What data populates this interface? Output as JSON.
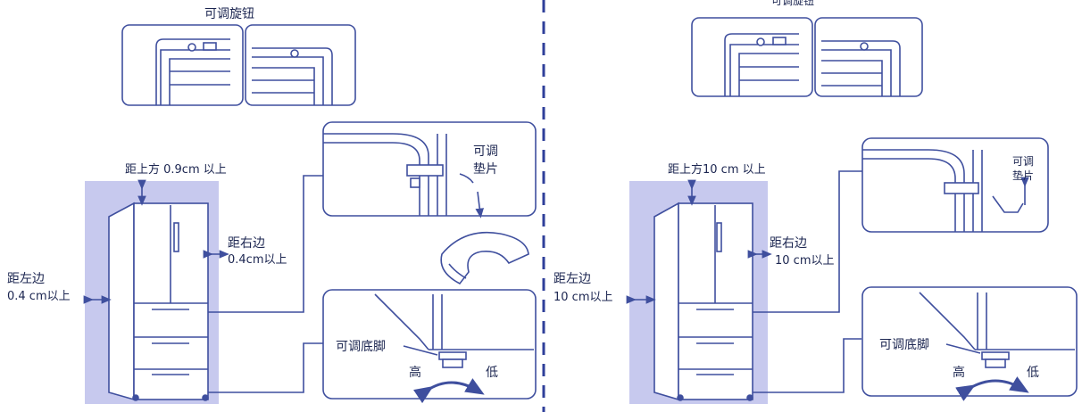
{
  "left_panel": {
    "knob_label": "可调旋钮",
    "top_clearance": "距上方 0.9cm 以上",
    "right_clearance_1": "距右边",
    "right_clearance_2": "0.4cm以上",
    "left_clearance_1": "距左边",
    "left_clearance_2": "0.4 cm以上",
    "shim_label_1": "可调",
    "shim_label_2": "垫片",
    "foot_label": "可调底脚",
    "high": "高",
    "low": "低"
  },
  "right_panel": {
    "knob_label": "可调旋钮",
    "top_clearance": "距上方10 cm 以上",
    "right_clearance_1": "距右边",
    "right_clearance_2": "10 cm以上",
    "left_clearance_1": "距左边",
    "left_clearance_2": "10 cm以上",
    "shim_label_1": "可调",
    "shim_label_2": "垫片",
    "foot_label": "可调底脚",
    "high": "高",
    "low": "低"
  },
  "colors": {
    "line": "#3f4f9e",
    "shade": "#c7c9ee",
    "divider": "#2f3f9a"
  }
}
